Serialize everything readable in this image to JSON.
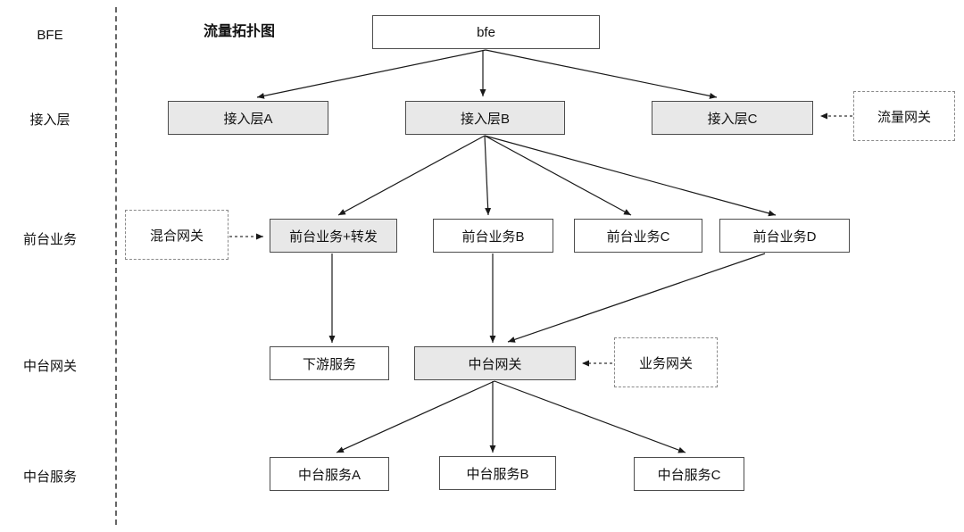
{
  "diagram": {
    "title": "流量拓扑图",
    "rows": [
      {
        "label": "BFE"
      },
      {
        "label": "接入层"
      },
      {
        "label": "前台业务"
      },
      {
        "label": "中台网关"
      },
      {
        "label": "中台服务"
      }
    ],
    "nodes": {
      "bfe": {
        "label": "bfe",
        "style": "solid-white"
      },
      "access_a": {
        "label": "接入层A",
        "style": "solid-gray"
      },
      "access_b": {
        "label": "接入层B",
        "style": "solid-gray"
      },
      "access_c": {
        "label": "接入层C",
        "style": "solid-gray"
      },
      "traffic_gateway": {
        "label": "流量网关",
        "style": "dashed"
      },
      "mixed_gateway": {
        "label": "混合网关",
        "style": "dashed"
      },
      "frontend_forward": {
        "label": "前台业务+转发",
        "style": "solid-gray"
      },
      "frontend_b": {
        "label": "前台业务B",
        "style": "solid-white"
      },
      "frontend_c": {
        "label": "前台业务C",
        "style": "solid-white"
      },
      "frontend_d": {
        "label": "前台业务D",
        "style": "solid-white"
      },
      "downstream_service": {
        "label": "下游服务",
        "style": "solid-white"
      },
      "mid_gateway": {
        "label": "中台网关",
        "style": "solid-gray"
      },
      "business_gateway": {
        "label": "业务网关",
        "style": "dashed"
      },
      "mid_service_a": {
        "label": "中台服务A",
        "style": "solid-white"
      },
      "mid_service_b": {
        "label": "中台服务B",
        "style": "solid-white"
      },
      "mid_service_c": {
        "label": "中台服务C",
        "style": "solid-white"
      }
    },
    "edges": [
      {
        "from": "bfe",
        "to": "access_a",
        "style": "solid"
      },
      {
        "from": "bfe",
        "to": "access_b",
        "style": "solid"
      },
      {
        "from": "bfe",
        "to": "access_c",
        "style": "solid"
      },
      {
        "from": "access_b",
        "to": "frontend_forward",
        "style": "solid"
      },
      {
        "from": "access_b",
        "to": "frontend_b",
        "style": "solid"
      },
      {
        "from": "access_b",
        "to": "frontend_c",
        "style": "solid"
      },
      {
        "from": "access_b",
        "to": "frontend_d",
        "style": "solid"
      },
      {
        "from": "traffic_gateway",
        "to": "access_c",
        "style": "dashed"
      },
      {
        "from": "mixed_gateway",
        "to": "frontend_forward",
        "style": "dashed"
      },
      {
        "from": "frontend_forward",
        "to": "downstream_service",
        "style": "solid"
      },
      {
        "from": "frontend_b",
        "to": "mid_gateway",
        "style": "solid"
      },
      {
        "from": "frontend_d",
        "to": "mid_gateway",
        "style": "solid"
      },
      {
        "from": "business_gateway",
        "to": "mid_gateway",
        "style": "dashed"
      },
      {
        "from": "mid_gateway",
        "to": "mid_service_a",
        "style": "solid"
      },
      {
        "from": "mid_gateway",
        "to": "mid_service_b",
        "style": "solid"
      },
      {
        "from": "mid_gateway",
        "to": "mid_service_c",
        "style": "solid"
      }
    ],
    "colors": {
      "highlight_fill": "#e8e8e8",
      "plain_fill": "#ffffff",
      "border": "#4d4d4d",
      "arrow": "#1a1a1a",
      "dashed_border": "#8a8a8a"
    }
  }
}
